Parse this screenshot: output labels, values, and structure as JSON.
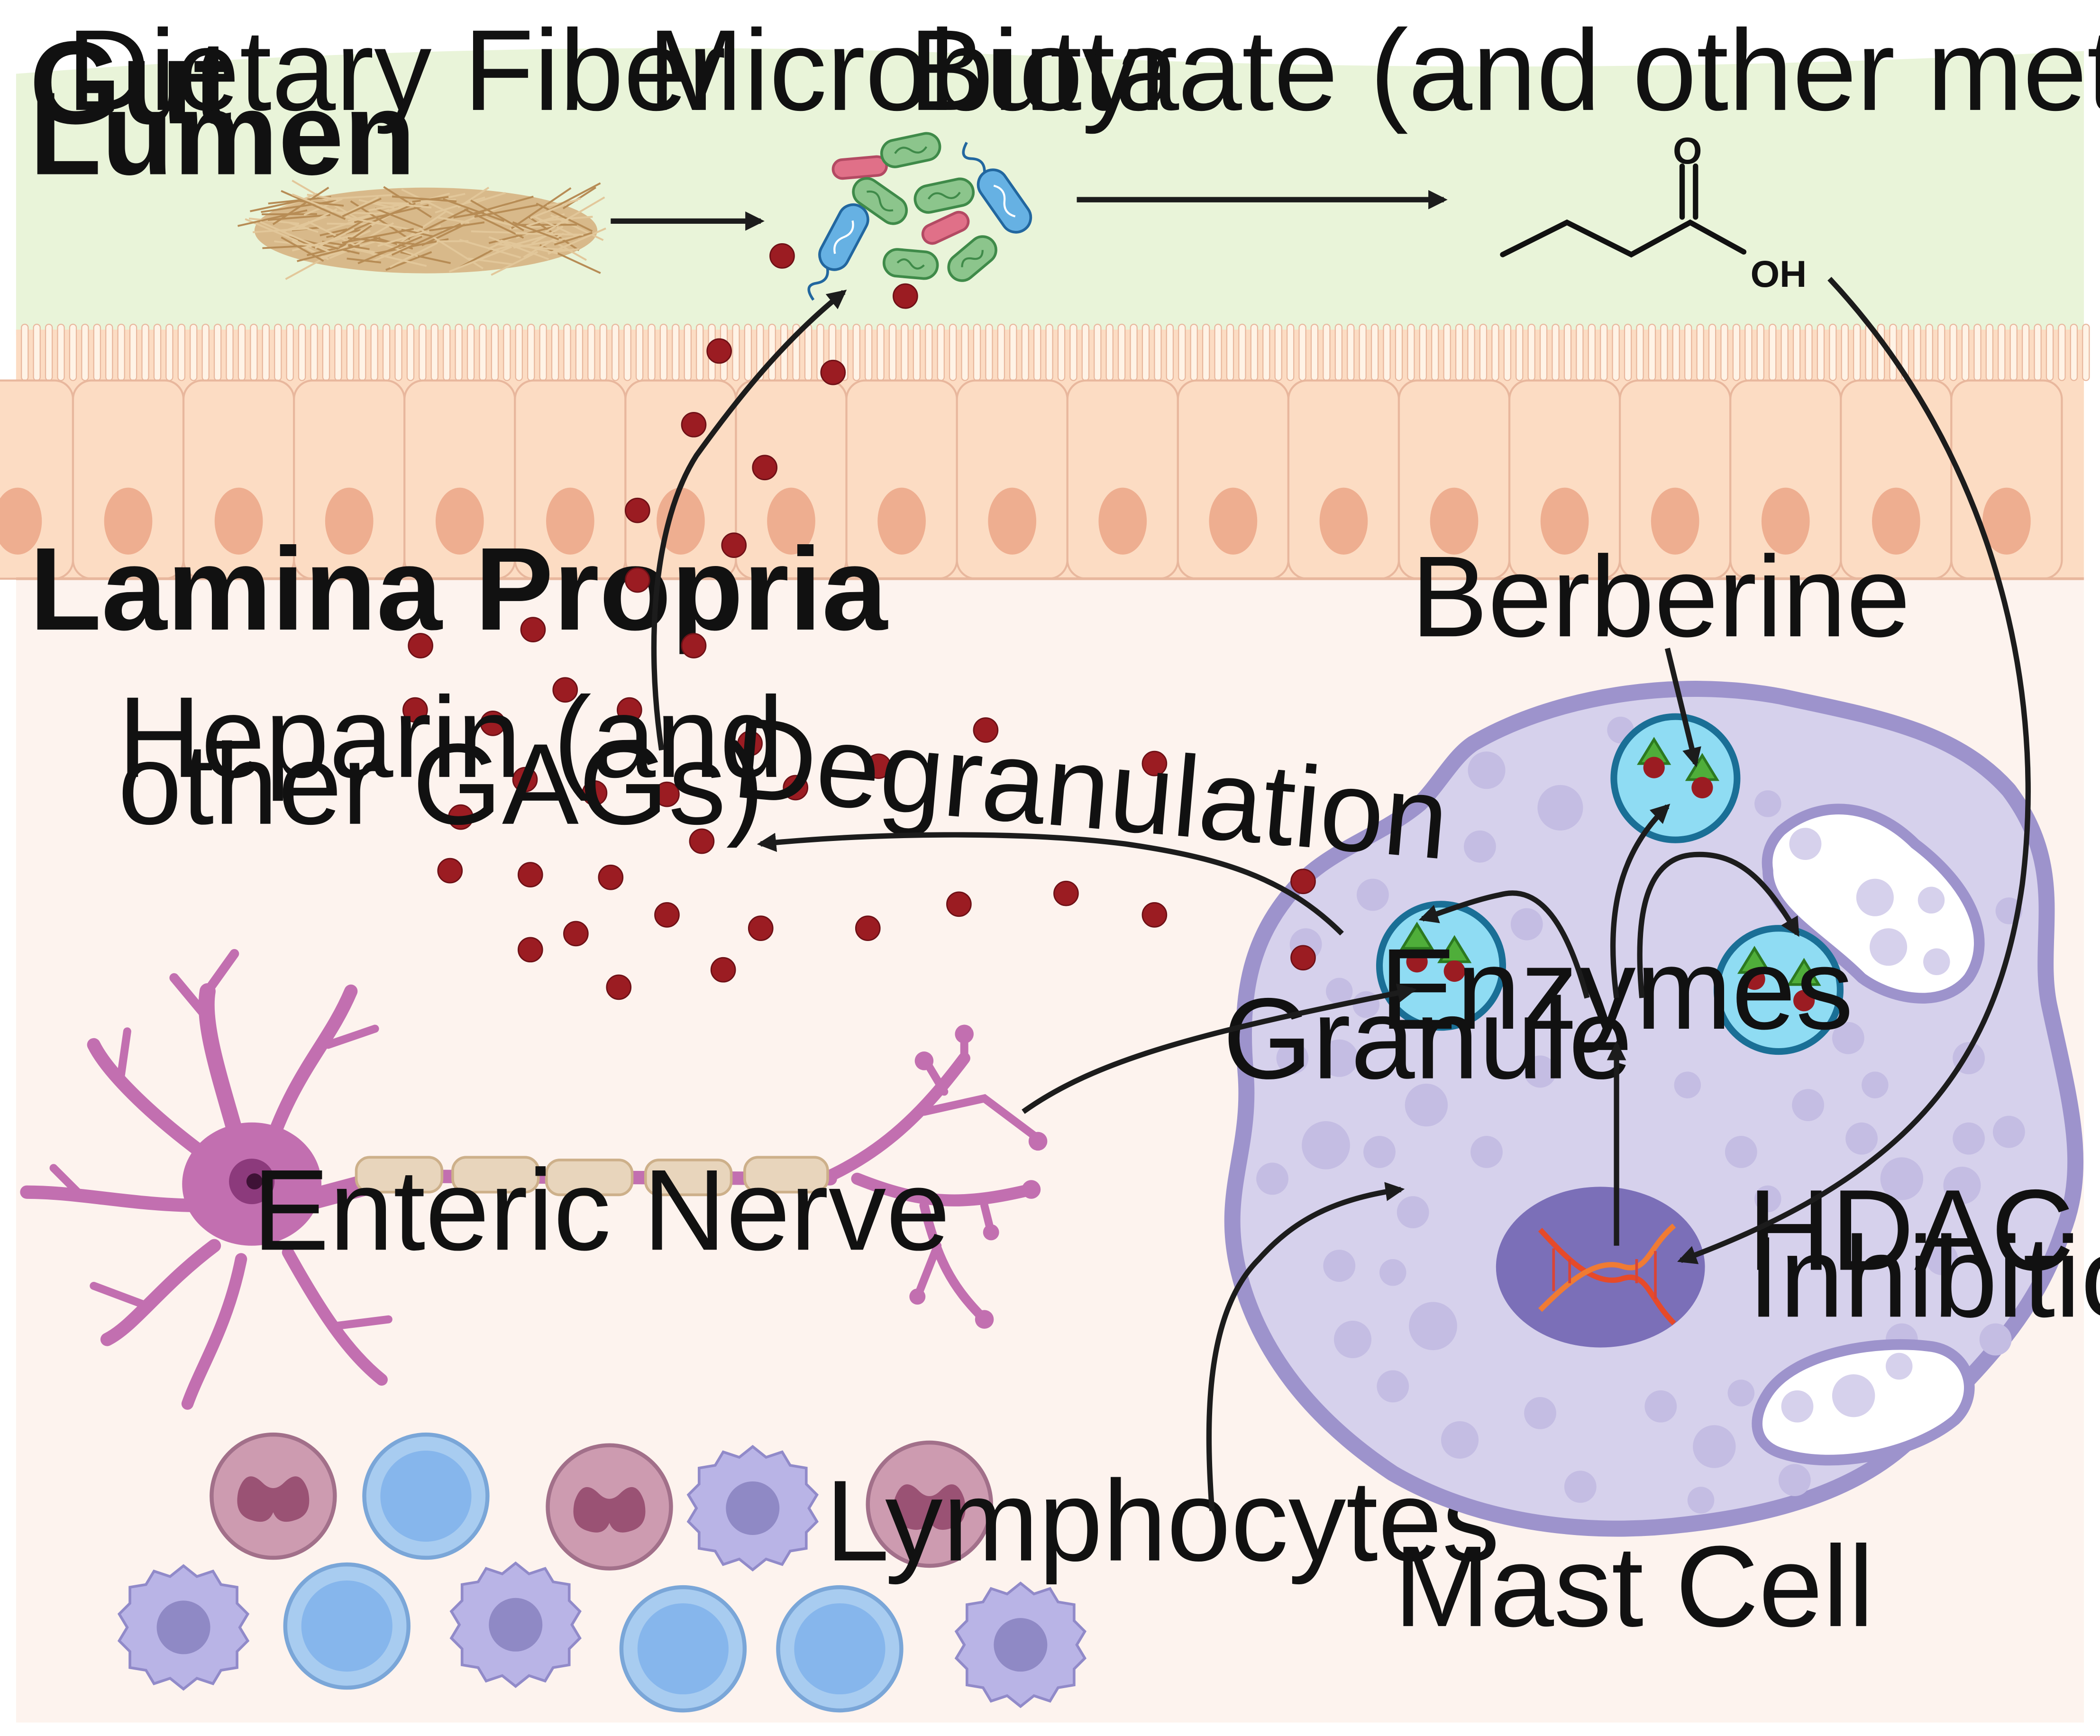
{
  "regions": {
    "gut_lumen": [
      "Gut",
      "Lumen"
    ],
    "lamina_propria": "Lamina Propria"
  },
  "labels": {
    "dietary_fiber": "Dietary Fiber",
    "microbiota": "Microbiota",
    "butyrate": "Butyrate (and other metabolites)",
    "heparin": [
      "Heparin (and",
      "other GAGs)"
    ],
    "degranulation": "Degranulation",
    "berberine": "Berberine",
    "enzymes": "Enzymes",
    "granule": "Granule",
    "hdac": [
      "HDAC",
      "Inhibition"
    ],
    "enteric_nerve": "Enteric Nerve",
    "lymphocytes": "Lymphocytes",
    "mast_cell": "Mast Cell"
  },
  "molecule": {
    "carbonyl_o": "O",
    "hydroxyl": "OH"
  },
  "colors": {
    "lumen": "#e9f4d9",
    "epithelium": "#fcdcc3",
    "epithelium_border": "#e8b79d",
    "nucleus": "#eeae90",
    "lamina": "#fdf3ee",
    "gag": "#9b1c22",
    "mast_cell_fill": "#d6d1ec",
    "mast_cell_border": "#9d93cc",
    "granule": "#8fdcf3",
    "granule_border": "#1a6f96",
    "neuron": "#c26fb0",
    "myelin": "#e8d5bc",
    "arrow": "#1c1c1c"
  }
}
